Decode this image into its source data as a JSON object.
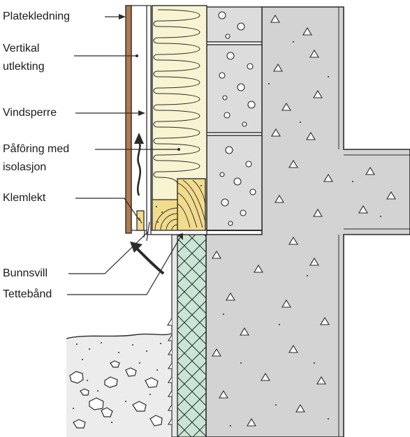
{
  "labels": {
    "platekledning": "Platekledning",
    "vertikal_utlekting": [
      "Vertikal",
      "utlekting"
    ],
    "vindsperre": "Vindsperre",
    "paforing": [
      "Påfôring med",
      "isolasjon"
    ],
    "klemlekt": "Klemlekt",
    "bunnsvill": "Bunnsvill",
    "tettebaand": "Tettebånd"
  },
  "colors": {
    "concrete": "#d3d3d3",
    "block": "#dcdcdc",
    "insulation": "#f8f4d2",
    "cladding": "#b07a52",
    "sill": "#f1db8c",
    "foundation_insulation": "#c9e6d5",
    "outline": "#2b2b2b"
  }
}
